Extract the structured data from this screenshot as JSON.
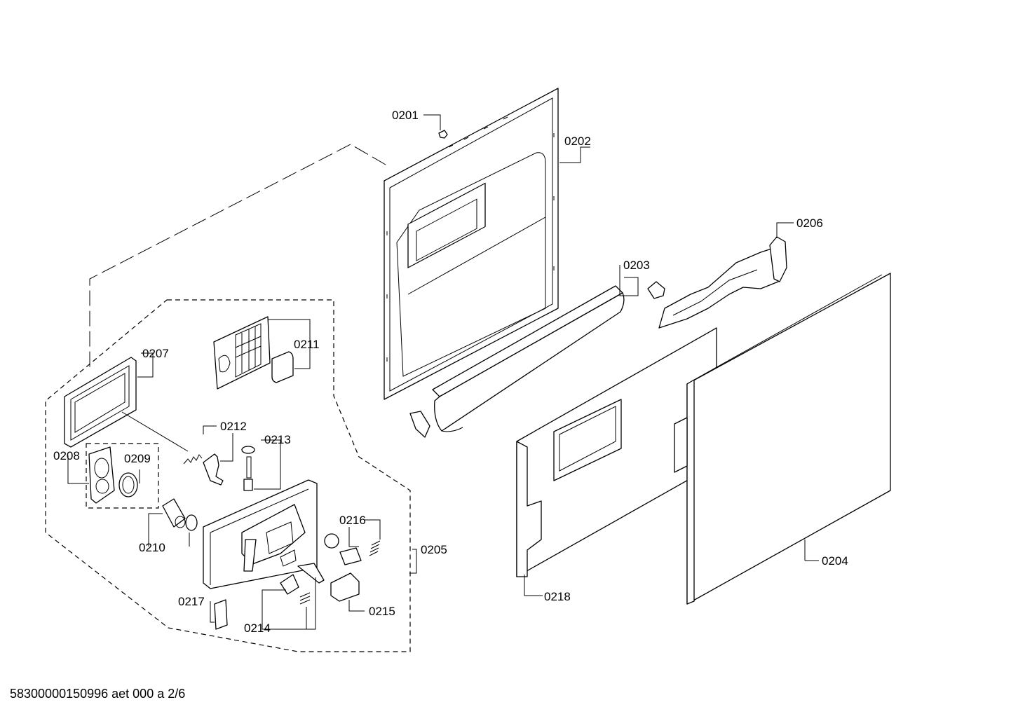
{
  "diagram": {
    "document_code": "58300000150996 aet 000 a 2/6",
    "parts": [
      {
        "id": "p0201",
        "label": "0201"
      },
      {
        "id": "p0202",
        "label": "0202"
      },
      {
        "id": "p0203",
        "label": "0203"
      },
      {
        "id": "p0204",
        "label": "0204"
      },
      {
        "id": "p0205",
        "label": "0205"
      },
      {
        "id": "p0206",
        "label": "0206"
      },
      {
        "id": "p0207",
        "label": "0207"
      },
      {
        "id": "p0208",
        "label": "0208"
      },
      {
        "id": "p0209",
        "label": "0209"
      },
      {
        "id": "p0210",
        "label": "0210"
      },
      {
        "id": "p0211",
        "label": "0211"
      },
      {
        "id": "p0212",
        "label": "0212"
      },
      {
        "id": "p0213",
        "label": "0213"
      },
      {
        "id": "p0214",
        "label": "0214"
      },
      {
        "id": "p0215",
        "label": "0215"
      },
      {
        "id": "p0216",
        "label": "0216"
      },
      {
        "id": "p0217",
        "label": "0217"
      },
      {
        "id": "p0218",
        "label": "0218"
      }
    ]
  }
}
